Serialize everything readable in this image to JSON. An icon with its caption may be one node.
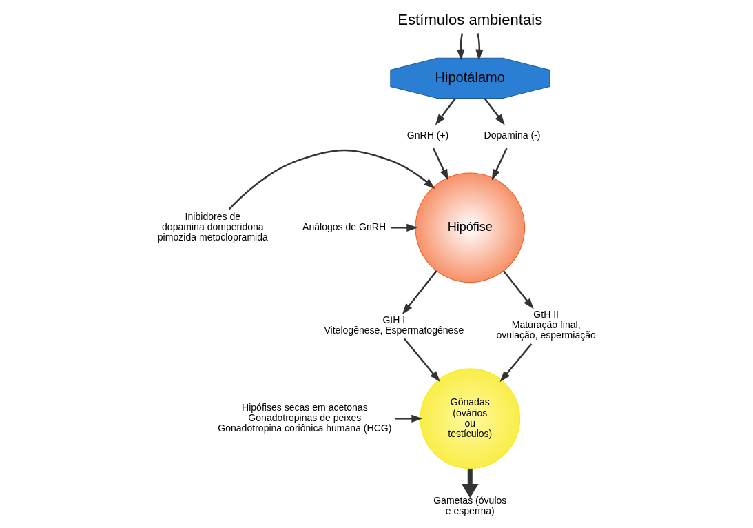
{
  "diagram": {
    "nodes": [
      {
        "text": [
          "Estímulos ambientais"
        ]
      },
      {
        "text": [
          "Hipotálamo"
        ]
      },
      {
        "text": [
          "GnRH (+)"
        ]
      },
      {
        "text": [
          "Dopamina (-)"
        ]
      },
      {
        "text": [
          "Hipófise"
        ]
      },
      {
        "text": [
          "Inibidores de dopamina domperidona pimozida metoclopramida"
        ]
      },
      {
        "text": [
          "Análogos de GnRH"
        ]
      },
      {
        "text": [
          "GtH I Vitelogênese, Espermatogênese"
        ]
      },
      {
        "text": [
          "GtH II Maturação final, ovulação, espermiação"
        ]
      },
      {
        "text": [
          "Gônadas (ovários ou testículos)"
        ]
      },
      {
        "text": [
          "Hipófises secas em acetonas",
          "Gonadotropinas de peixes",
          "Gonadotropina coriônica humana (HCG)"
        ]
      },
      {
        "text": [
          "Gametas (óvulos e esperma)"
        ]
      }
    ],
    "edges": [
      {
        "from": 0,
        "to": 1,
        "arrow": "to"
      },
      {
        "from": 0,
        "to": 1,
        "arrow": "to"
      },
      {
        "from": 1,
        "to": 2,
        "arrow": "to"
      },
      {
        "from": 1,
        "to": 3,
        "arrow": "to"
      },
      {
        "from": 2,
        "to": 4,
        "arrow": "to"
      },
      {
        "from": 3,
        "to": 4,
        "arrow": "to"
      },
      {
        "from": 5,
        "to": 4,
        "arrow": "to"
      },
      {
        "from": 6,
        "to": 4,
        "arrow": "to"
      },
      {
        "from": 4,
        "to": 7,
        "arrow": "to"
      },
      {
        "from": 4,
        "to": 8,
        "arrow": "to"
      },
      {
        "from": 7,
        "to": 9,
        "arrow": "to"
      },
      {
        "from": 8,
        "to": 9,
        "arrow": "to"
      },
      {
        "from": 10,
        "to": 9,
        "arrow": "to"
      },
      {
        "from": 9,
        "to": 11,
        "arrow": "to",
        "style": "thick"
      }
    ]
  }
}
